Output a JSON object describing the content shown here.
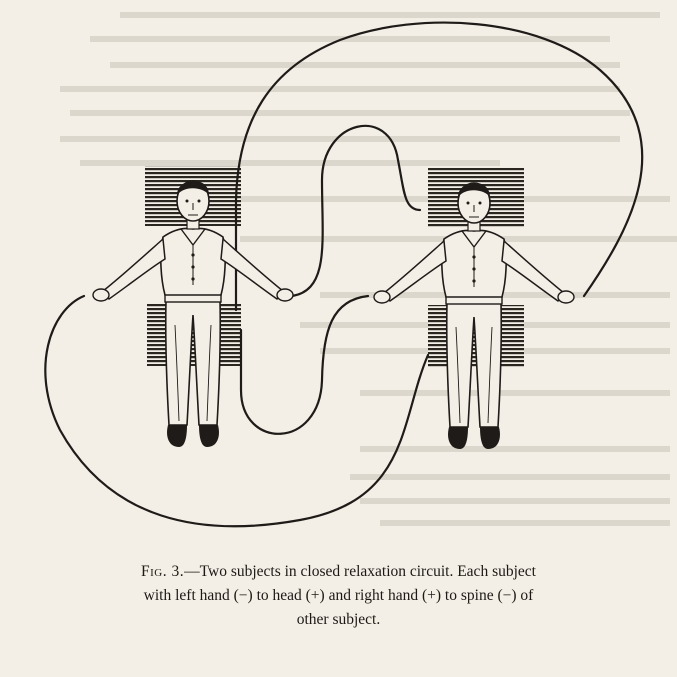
{
  "figure": {
    "subjects": [
      "left-subject",
      "right-subject"
    ]
  },
  "caption": {
    "fig_label": "Fig. 3.",
    "line1_text": "—Two subjects in closed relaxation circuit. Each subject",
    "line2": "with left hand (−) to head (+) and right hand (+) to spine (−) of",
    "line3": "other subject."
  },
  "colors": {
    "paper": "#f3efe6",
    "ink": "#1e1b18",
    "bleed_through": "#c9c3b6"
  }
}
